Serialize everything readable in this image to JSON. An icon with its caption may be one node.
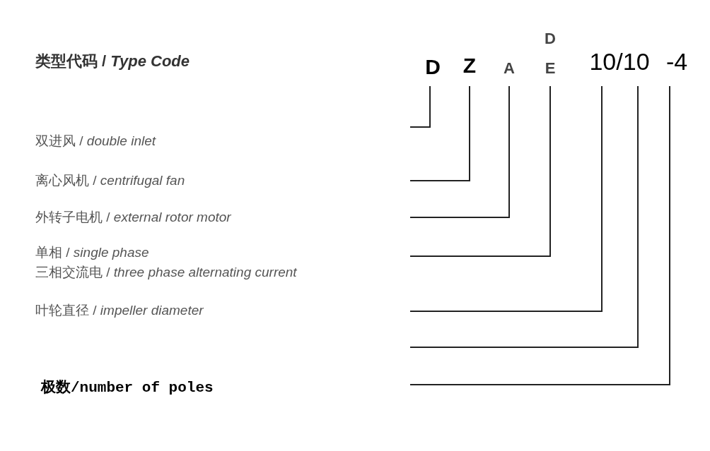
{
  "diagram": {
    "title": "类型代码 / *Type Code*",
    "nodes": [
      {
        "text": [
          "D"
        ]
      },
      {
        "text": [
          "Z"
        ]
      },
      {
        "text": [
          "A"
        ]
      },
      {
        "text": [
          "D"
        ]
      },
      {
        "text": [
          "E"
        ]
      },
      {
        "text": [
          "10/10"
        ]
      },
      {
        "text": [
          "-4"
        ]
      },
      {
        "text": [
          "双进风 / *double inlet*"
        ]
      },
      {
        "text": [
          "离心风机 / *centrifugal fan*"
        ]
      },
      {
        "text": [
          "外转子电机 / *external rotor motor*"
        ]
      },
      {
        "text": [
          "单相 / *single phase*",
          "三相交流电 / *three phase alternating current*"
        ]
      },
      {
        "text": [
          "叶轮直径 / *impeller diameter*"
        ]
      },
      {
        "text": [
          "极数/number of poles"
        ]
      }
    ],
    "edges": [
      {
        "from": 0,
        "to": null,
        "arrow": "none"
      },
      {
        "from": 1,
        "to": null,
        "arrow": "none"
      },
      {
        "from": 2,
        "to": null,
        "arrow": "none"
      },
      {
        "from": 4,
        "to": null,
        "arrow": "none"
      },
      {
        "from": 5,
        "to": null,
        "arrow": "none"
      },
      {
        "from": 5,
        "to": null,
        "arrow": "none"
      },
      {
        "from": 6,
        "to": null,
        "arrow": "none"
      }
    ]
  }
}
